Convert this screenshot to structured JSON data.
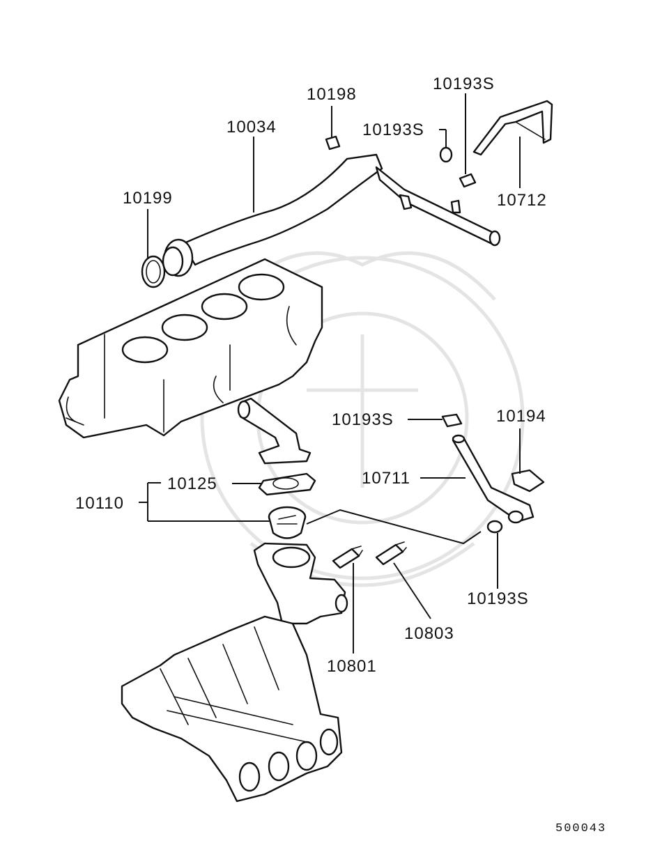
{
  "labels": {
    "p10198": "10198",
    "p10034": "10034",
    "p10193s_a": "10193S",
    "p10193s_b": "10193S",
    "p10712": "10712",
    "p10199": "10199",
    "p10193s_c": "10193S",
    "p10194": "10194",
    "p10711": "10711",
    "p10125": "10125",
    "p10110": "10110",
    "p10193s_d": "10193S",
    "p10803": "10803",
    "p10801": "10801"
  },
  "diagram_code": "500043"
}
